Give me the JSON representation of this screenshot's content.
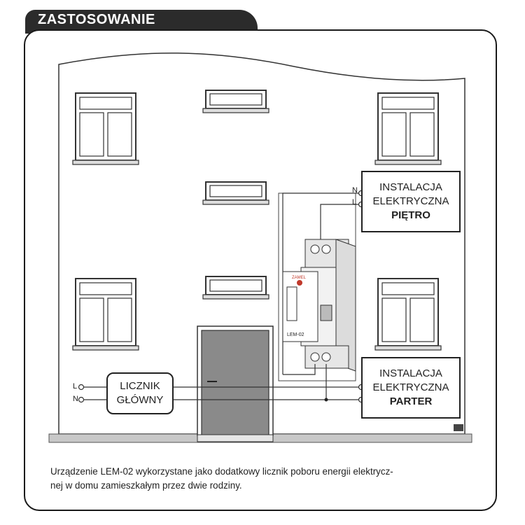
{
  "header": {
    "title": "ZASTOSOWANIE"
  },
  "installation_upper": {
    "line1": "INSTALACJA",
    "line2": "ELEKTRYCZNA",
    "line3": "PIĘTRO",
    "n_label": "N",
    "l_label": "L"
  },
  "installation_ground": {
    "line1": "INSTALACJA",
    "line2": "ELEKTRYCZNA",
    "line3": "PARTER"
  },
  "main_meter": {
    "line1": "LICZNIK",
    "line2": "GŁÓWNY",
    "l_label": "L",
    "n_label": "N"
  },
  "device": {
    "model_label": "LEM-02",
    "brand": "ZAMEL"
  },
  "caption": {
    "line1": "Urządzenie LEM-02 wykorzystane jako dodatkowy licznik poboru energii elektrycz-",
    "line2": "nej w domu zamieszkałym przez dwie rodziny."
  },
  "colors": {
    "header_bg": "#2b2b2b",
    "door": "#8a8a8a",
    "ground": "#c8c8c8",
    "device": "#e6e6e6"
  }
}
